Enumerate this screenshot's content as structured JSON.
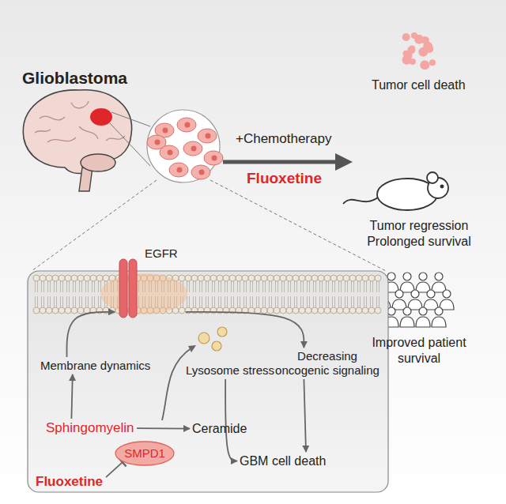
{
  "diagram": {
    "nodes": [
      {
        "text": [
          "Membrane dynamics"
        ]
      },
      {
        "text": [
          "Sphingomyelin"
        ]
      },
      {
        "text": [
          "Ceramide"
        ]
      },
      {
        "text": [
          "SMPD1"
        ]
      },
      {
        "text": [
          "Fluoxetine"
        ]
      },
      {
        "text": [
          "Lysosome stress"
        ]
      },
      {
        "text": [
          "Decreasing oncogenic signaling"
        ]
      },
      {
        "text": [
          "GBM cell death"
        ]
      },
      {
        "text": [
          "EGFR"
        ]
      }
    ],
    "edges": [
      {
        "from": 1,
        "to": 0,
        "arrow": "to"
      },
      {
        "from": 1,
        "to": 2,
        "arrow": "to"
      },
      {
        "from": 4,
        "to": 3,
        "arrow": "to"
      },
      {
        "from": 0,
        "to": 8,
        "arrow": "to"
      },
      {
        "from": 8,
        "to": 6,
        "arrow": "to"
      },
      {
        "from": 5,
        "to": 7,
        "arrow": "to"
      },
      {
        "from": 6,
        "to": 7,
        "arrow": "to"
      }
    ],
    "labels": [
      "Glioblastoma",
      "+Chemotherapy",
      "Fluoxetine",
      "Tumor cell death",
      "Tumor regression Prolonged survival",
      "Improved patient survival"
    ]
  }
}
